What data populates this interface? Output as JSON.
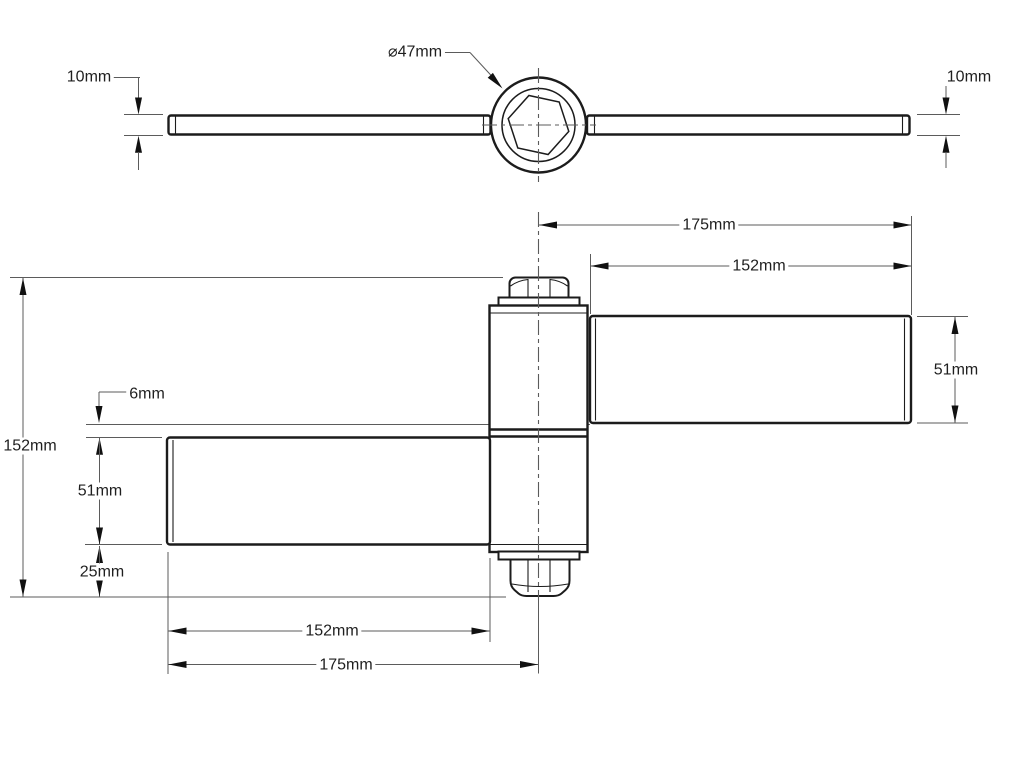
{
  "drawing": {
    "title": "hinge-technical-drawing",
    "colors": {
      "background": "#ffffff",
      "part_outline": "#1c1c1c",
      "dimension_lines": "#5b5b5b",
      "text": "#1f1f1f"
    },
    "top_view": {
      "dimensions": {
        "left_thickness": "10mm",
        "hub_diameter": "⌀47mm",
        "right_thickness": "10mm"
      }
    },
    "front_view": {
      "dimensions": {
        "center_to_right_end": "175mm",
        "right_leaf_length": "152mm",
        "right_leaf_width": "51mm",
        "overall_height": "152mm",
        "leaf_gap": "6mm",
        "left_leaf_width": "51mm",
        "bottom_offset": "25mm",
        "left_leaf_length": "152mm",
        "center_to_left_end": "175mm"
      }
    }
  }
}
